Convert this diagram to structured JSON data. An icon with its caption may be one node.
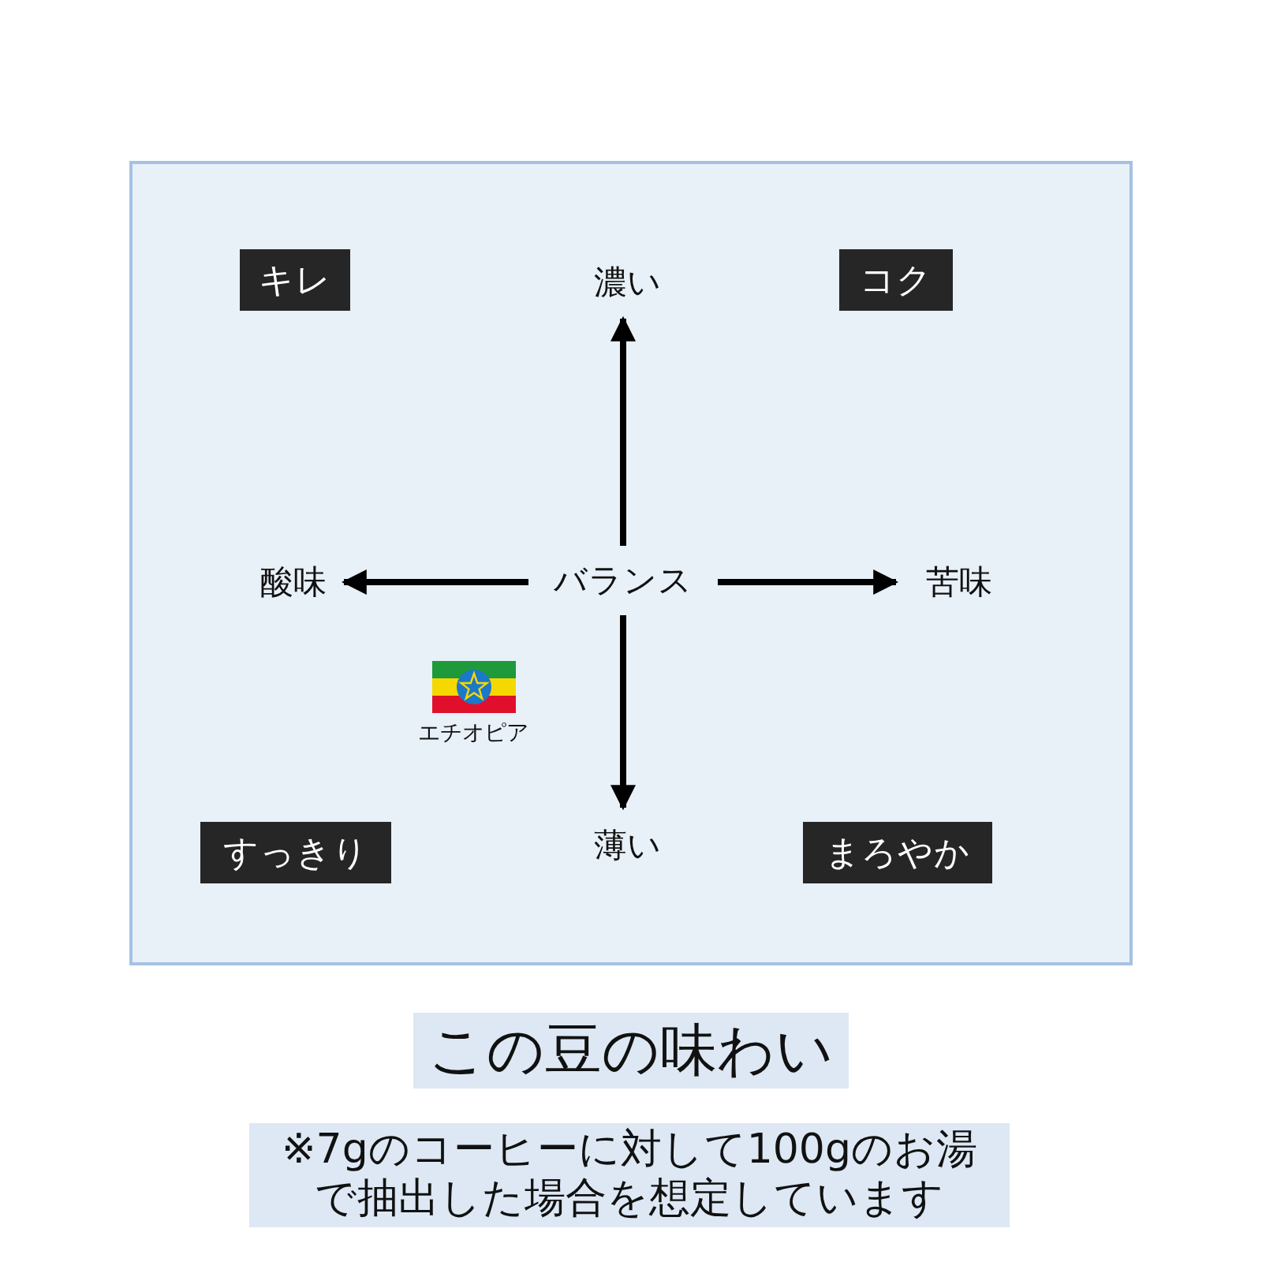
{
  "diagram": {
    "title": "この豆の味わい",
    "caption": "※7gのコーヒーに対して100gのお湯で抽出した場合を想定しています",
    "nodes": [
      {
        "text": [
          "キレ"
        ]
      },
      {
        "text": [
          "濃い"
        ]
      },
      {
        "text": [
          "コク"
        ]
      },
      {
        "text": [
          "酸味"
        ]
      },
      {
        "text": [
          "バランス"
        ]
      },
      {
        "text": [
          "苦味"
        ]
      },
      {
        "text": [
          "すっきり"
        ]
      },
      {
        "text": [
          "薄い"
        ]
      },
      {
        "text": [
          "まろやか"
        ]
      }
    ],
    "edges": [
      {
        "from": 4,
        "to": 1,
        "arrow": "to"
      },
      {
        "from": 4,
        "to": 3,
        "arrow": "to"
      },
      {
        "from": 4,
        "to": 5,
        "arrow": "to"
      },
      {
        "from": 4,
        "to": 7,
        "arrow": "to"
      }
    ],
    "labels": [
      "エチオピア"
    ]
  }
}
